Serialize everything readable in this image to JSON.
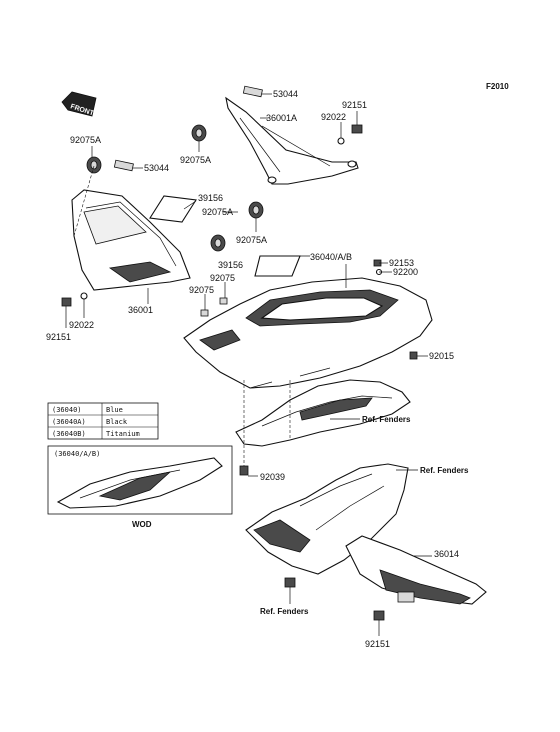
{
  "figure_code": "F2010",
  "front_arrow": "FRONT",
  "part_labels": {
    "p53044_top": "53044",
    "p36001A": "36001A",
    "p92151_top": "92151",
    "p92022_top": "92022",
    "p92075A_left": "92075A",
    "p92075A_mid": "92075A",
    "p53044_left": "53044",
    "p39156_upper": "39156",
    "p92075A_center": "92075A",
    "p92075A_right": "92075A",
    "p36040AB": "36040/A/B",
    "p92153": "92153",
    "p92200": "92200",
    "p39156_lower": "39156",
    "p92075_a": "92075",
    "p92075_b": "92075",
    "p92022_left": "92022",
    "p92151_left": "92151",
    "p36001": "36001",
    "p92015": "92015",
    "p92039": "92039",
    "p36014": "36014",
    "p92151_bottom": "92151"
  },
  "references": {
    "ref1": "Ref. Fenders",
    "ref2": "Ref. Fenders",
    "ref3": "Ref. Fenders"
  },
  "color_table": [
    {
      "code": "(36040)",
      "color": "Blue"
    },
    {
      "code": "(36040A)",
      "color": "Black"
    },
    {
      "code": "(36040B)",
      "color": "Titanium"
    }
  ],
  "inset": {
    "title": "(36040/A/B)",
    "caption": "WOD"
  }
}
